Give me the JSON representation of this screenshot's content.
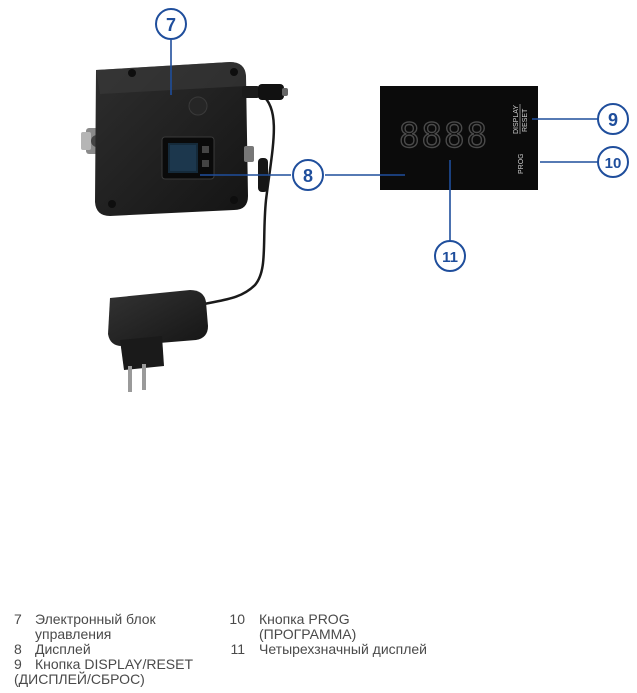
{
  "callouts": {
    "c7": "7",
    "c8": "8",
    "c9": "9",
    "c10": "10",
    "c11": "11"
  },
  "display_panel": {
    "digits": "8888",
    "button_top_line1": "DISPLAY",
    "button_top_line2": "RESET",
    "button_bottom": "PROG"
  },
  "colors": {
    "callout_blue": "#1f4e9c",
    "device_body": "#1e1e1e",
    "panel_bg": "#0b0b0b",
    "digit_color": "#3a3a3a"
  },
  "legend": {
    "left": [
      {
        "num": "7",
        "text": "Электронный блок",
        "text2": "управления"
      },
      {
        "num": "8",
        "text": "Дисплей"
      },
      {
        "num": "9",
        "text": "Кнопка DISPLAY/RESET",
        "text2": "(ДИСПЛЕЙ/СБРОС)"
      }
    ],
    "right": [
      {
        "num": "10",
        "text": "Кнопка PROG",
        "text2": "(ПРОГРАММА)"
      },
      {
        "num": "11",
        "text": "Четырехзначный дисплей"
      }
    ]
  }
}
